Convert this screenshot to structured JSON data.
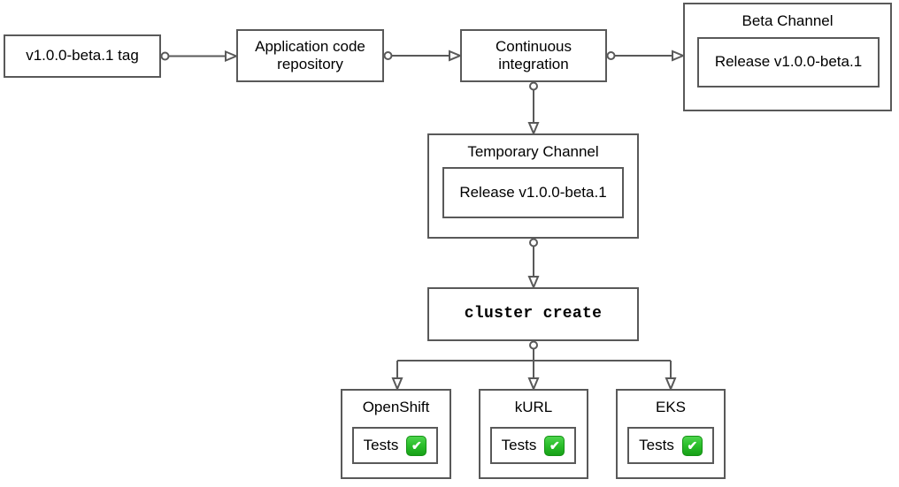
{
  "diagram": {
    "background": "#ffffff",
    "stroke_color": "#595959",
    "text_color": "#000000",
    "nodes": {
      "tag": {
        "label": "v1.0.0-beta.1 tag"
      },
      "repo": {
        "label": "Application code repository"
      },
      "ci": {
        "label": "Continuous integration"
      },
      "beta_channel": {
        "title": "Beta Channel",
        "release_label": "Release v1.0.0-beta.1"
      },
      "temporary_channel": {
        "title": "Temporary Channel",
        "release_label": "Release v1.0.0-beta.1"
      },
      "cluster_create": {
        "label": "cluster create"
      },
      "openshift": {
        "title": "OpenShift",
        "tests_label": "Tests"
      },
      "kurl": {
        "title": "kURL",
        "tests_label": "Tests"
      },
      "eks": {
        "title": "EKS",
        "tests_label": "Tests"
      }
    },
    "icons": {
      "check_mark_glyph": "✔",
      "check_mark_color": "#23b123"
    }
  }
}
